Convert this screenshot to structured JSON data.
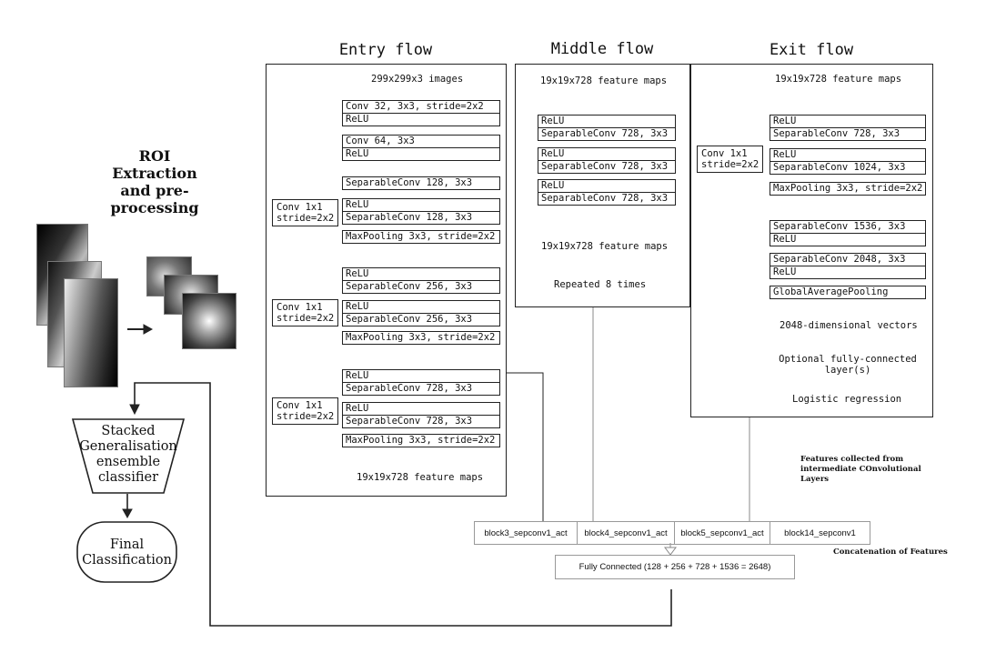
{
  "roi": {
    "title_line1": "ROI",
    "title_line2": "Extraction",
    "title_line3": "and pre-processing"
  },
  "classifier": {
    "line1": "Stacked",
    "line2": "Generalisation",
    "line3": "ensemble",
    "line4": "classifier"
  },
  "final": {
    "line1": "Final",
    "line2": "Classification"
  },
  "entry": {
    "title": "Entry flow",
    "input": "299x299x3 images",
    "b1a": "Conv 32, 3x3, stride=2x2",
    "b1b": "ReLU",
    "b2a": "Conv 64, 3x3",
    "b2b": "ReLU",
    "b3": "SeparableConv 128, 3x3",
    "b4a": "ReLU",
    "b4b": "SeparableConv 128, 3x3",
    "b5": "MaxPooling 3x3, stride=2x2",
    "b6a": "ReLU",
    "b6b": "SeparableConv 256, 3x3",
    "b7a": "ReLU",
    "b7b": "SeparableConv 256, 3x3",
    "b8": "MaxPooling 3x3, stride=2x2",
    "b9a": "ReLU",
    "b9b": "SeparableConv 728, 3x3",
    "b10a": "ReLU",
    "b10b": "SeparableConv 728, 3x3",
    "b11": "MaxPooling 3x3, stride=2x2",
    "side_a": "Conv 1x1",
    "side_b": "stride=2x2",
    "output": "19x19x728 feature maps"
  },
  "middle": {
    "title": "Middle flow",
    "input": "19x19x728 feature maps",
    "ba": "ReLU",
    "bb": "SeparableConv 728, 3x3",
    "output": "19x19x728 feature maps",
    "repeat": "Repeated 8 times"
  },
  "exit": {
    "title": "Exit flow",
    "input": "19x19x728 feature maps",
    "b1a": "ReLU",
    "b1b": "SeparableConv 728, 3x3",
    "b2a": "ReLU",
    "b2b": "SeparableConv 1024, 3x3",
    "b3": "MaxPooling 3x3, stride=2x2",
    "b4a": "SeparableConv 1536, 3x3",
    "b4b": "ReLU",
    "b5a": "SeparableConv 2048, 3x3",
    "b5b": "ReLU",
    "b6": "GlobalAveragePooling",
    "vec": "2048-dimensional vectors",
    "fc1": "Optional fully-connected",
    "fc2": "layer(s)",
    "logit": "Logistic regression",
    "side_a": "Conv 1x1",
    "side_b": "stride=2x2"
  },
  "notes": {
    "features1": "Features collected from",
    "features2": "intermediate COnvolutional",
    "features3": "Layers",
    "concat": "Concatenation of Features"
  },
  "concat_cells": [
    "block3_sepconv1_act",
    "block4_sepconv1_act",
    "block5_sepconv1_act",
    "block14_sepconv1"
  ],
  "fc": "Fully Connected (128 + 256 + 728 + 1536 = 2648)"
}
